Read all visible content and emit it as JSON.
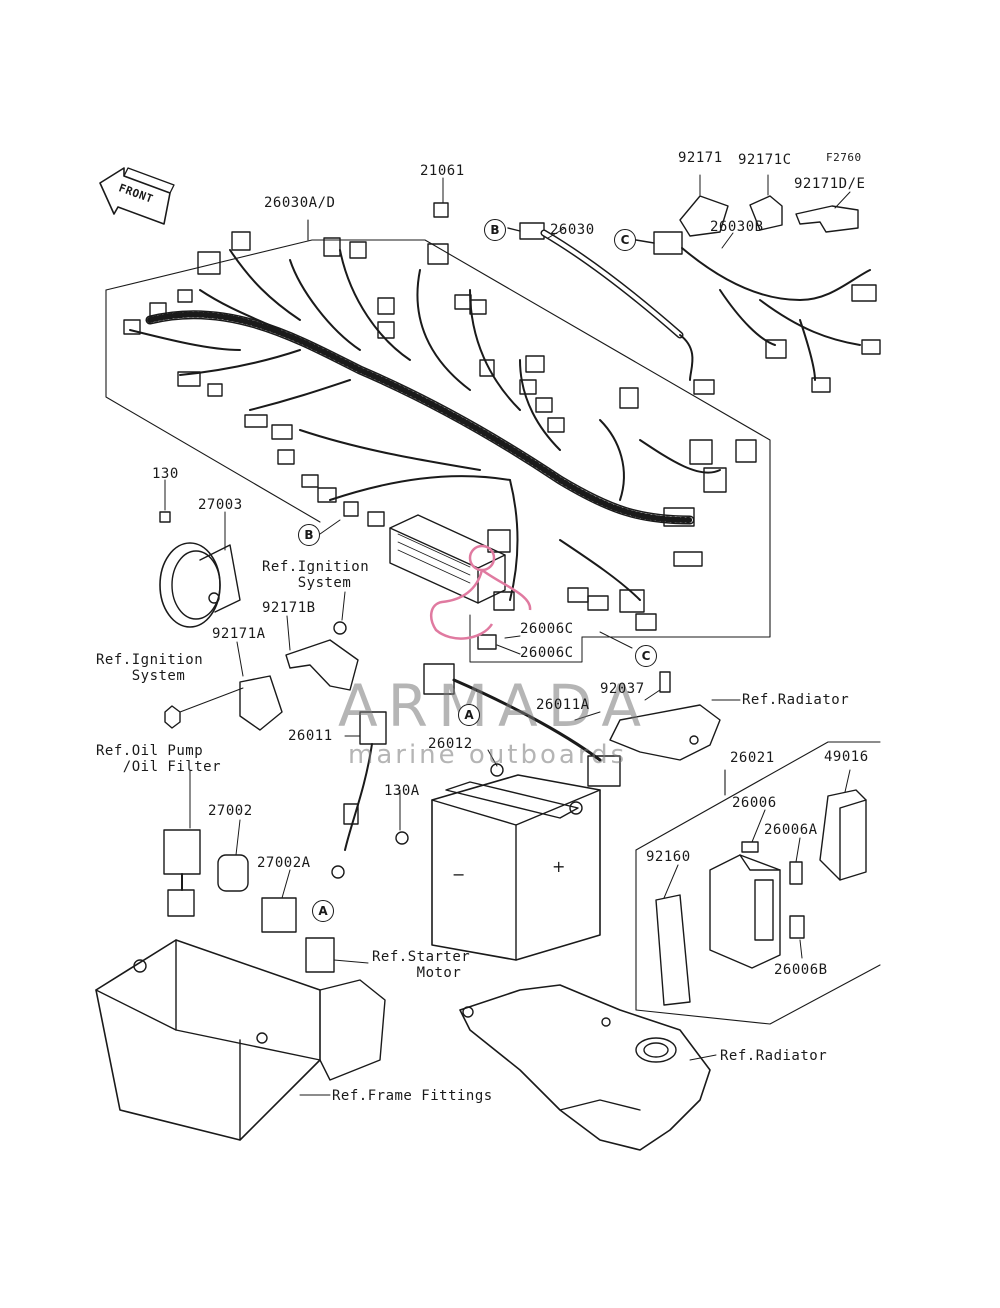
{
  "watermark": {
    "title": "ARMADA",
    "subtitle": "marine outboards",
    "accent": "#e07aa0"
  },
  "figure_code": "F2760",
  "front_arrow": "FRONT",
  "callouts": [
    "A",
    "B",
    "C"
  ],
  "labels": {
    "p21061": "21061",
    "p92171": "92171",
    "p92171C": "92171C",
    "p92171DE": "92171D/E",
    "p26030AD": "26030A/D",
    "p26030": "26030",
    "p26030B": "26030B",
    "p130": "130",
    "p27003": "27003",
    "ref_ign_1": "Ref.Ignition\n    System",
    "p92171B": "92171B",
    "p92171A": "92171A",
    "ref_ign_2": "Ref.Ignition\n    System",
    "p26006C_1": "26006C",
    "p26006C_2": "26006C",
    "p92037": "92037",
    "ref_rad_1": "Ref.Radiator",
    "p26011A": "26011A",
    "p26011": "26011",
    "p26012": "26012",
    "ref_oil": "Ref.Oil Pump\n   /Oil Filter",
    "p26021": "26021",
    "p49016": "49016",
    "p27002": "27002",
    "p130A": "130A",
    "p26006": "26006",
    "p26006A": "26006A",
    "p92160": "92160",
    "p27002A": "27002A",
    "ref_starter": "Ref.Starter\n     Motor",
    "p26006B": "26006B",
    "ref_rad_2": "Ref.Radiator",
    "ref_frame": "Ref.Frame Fittings"
  }
}
